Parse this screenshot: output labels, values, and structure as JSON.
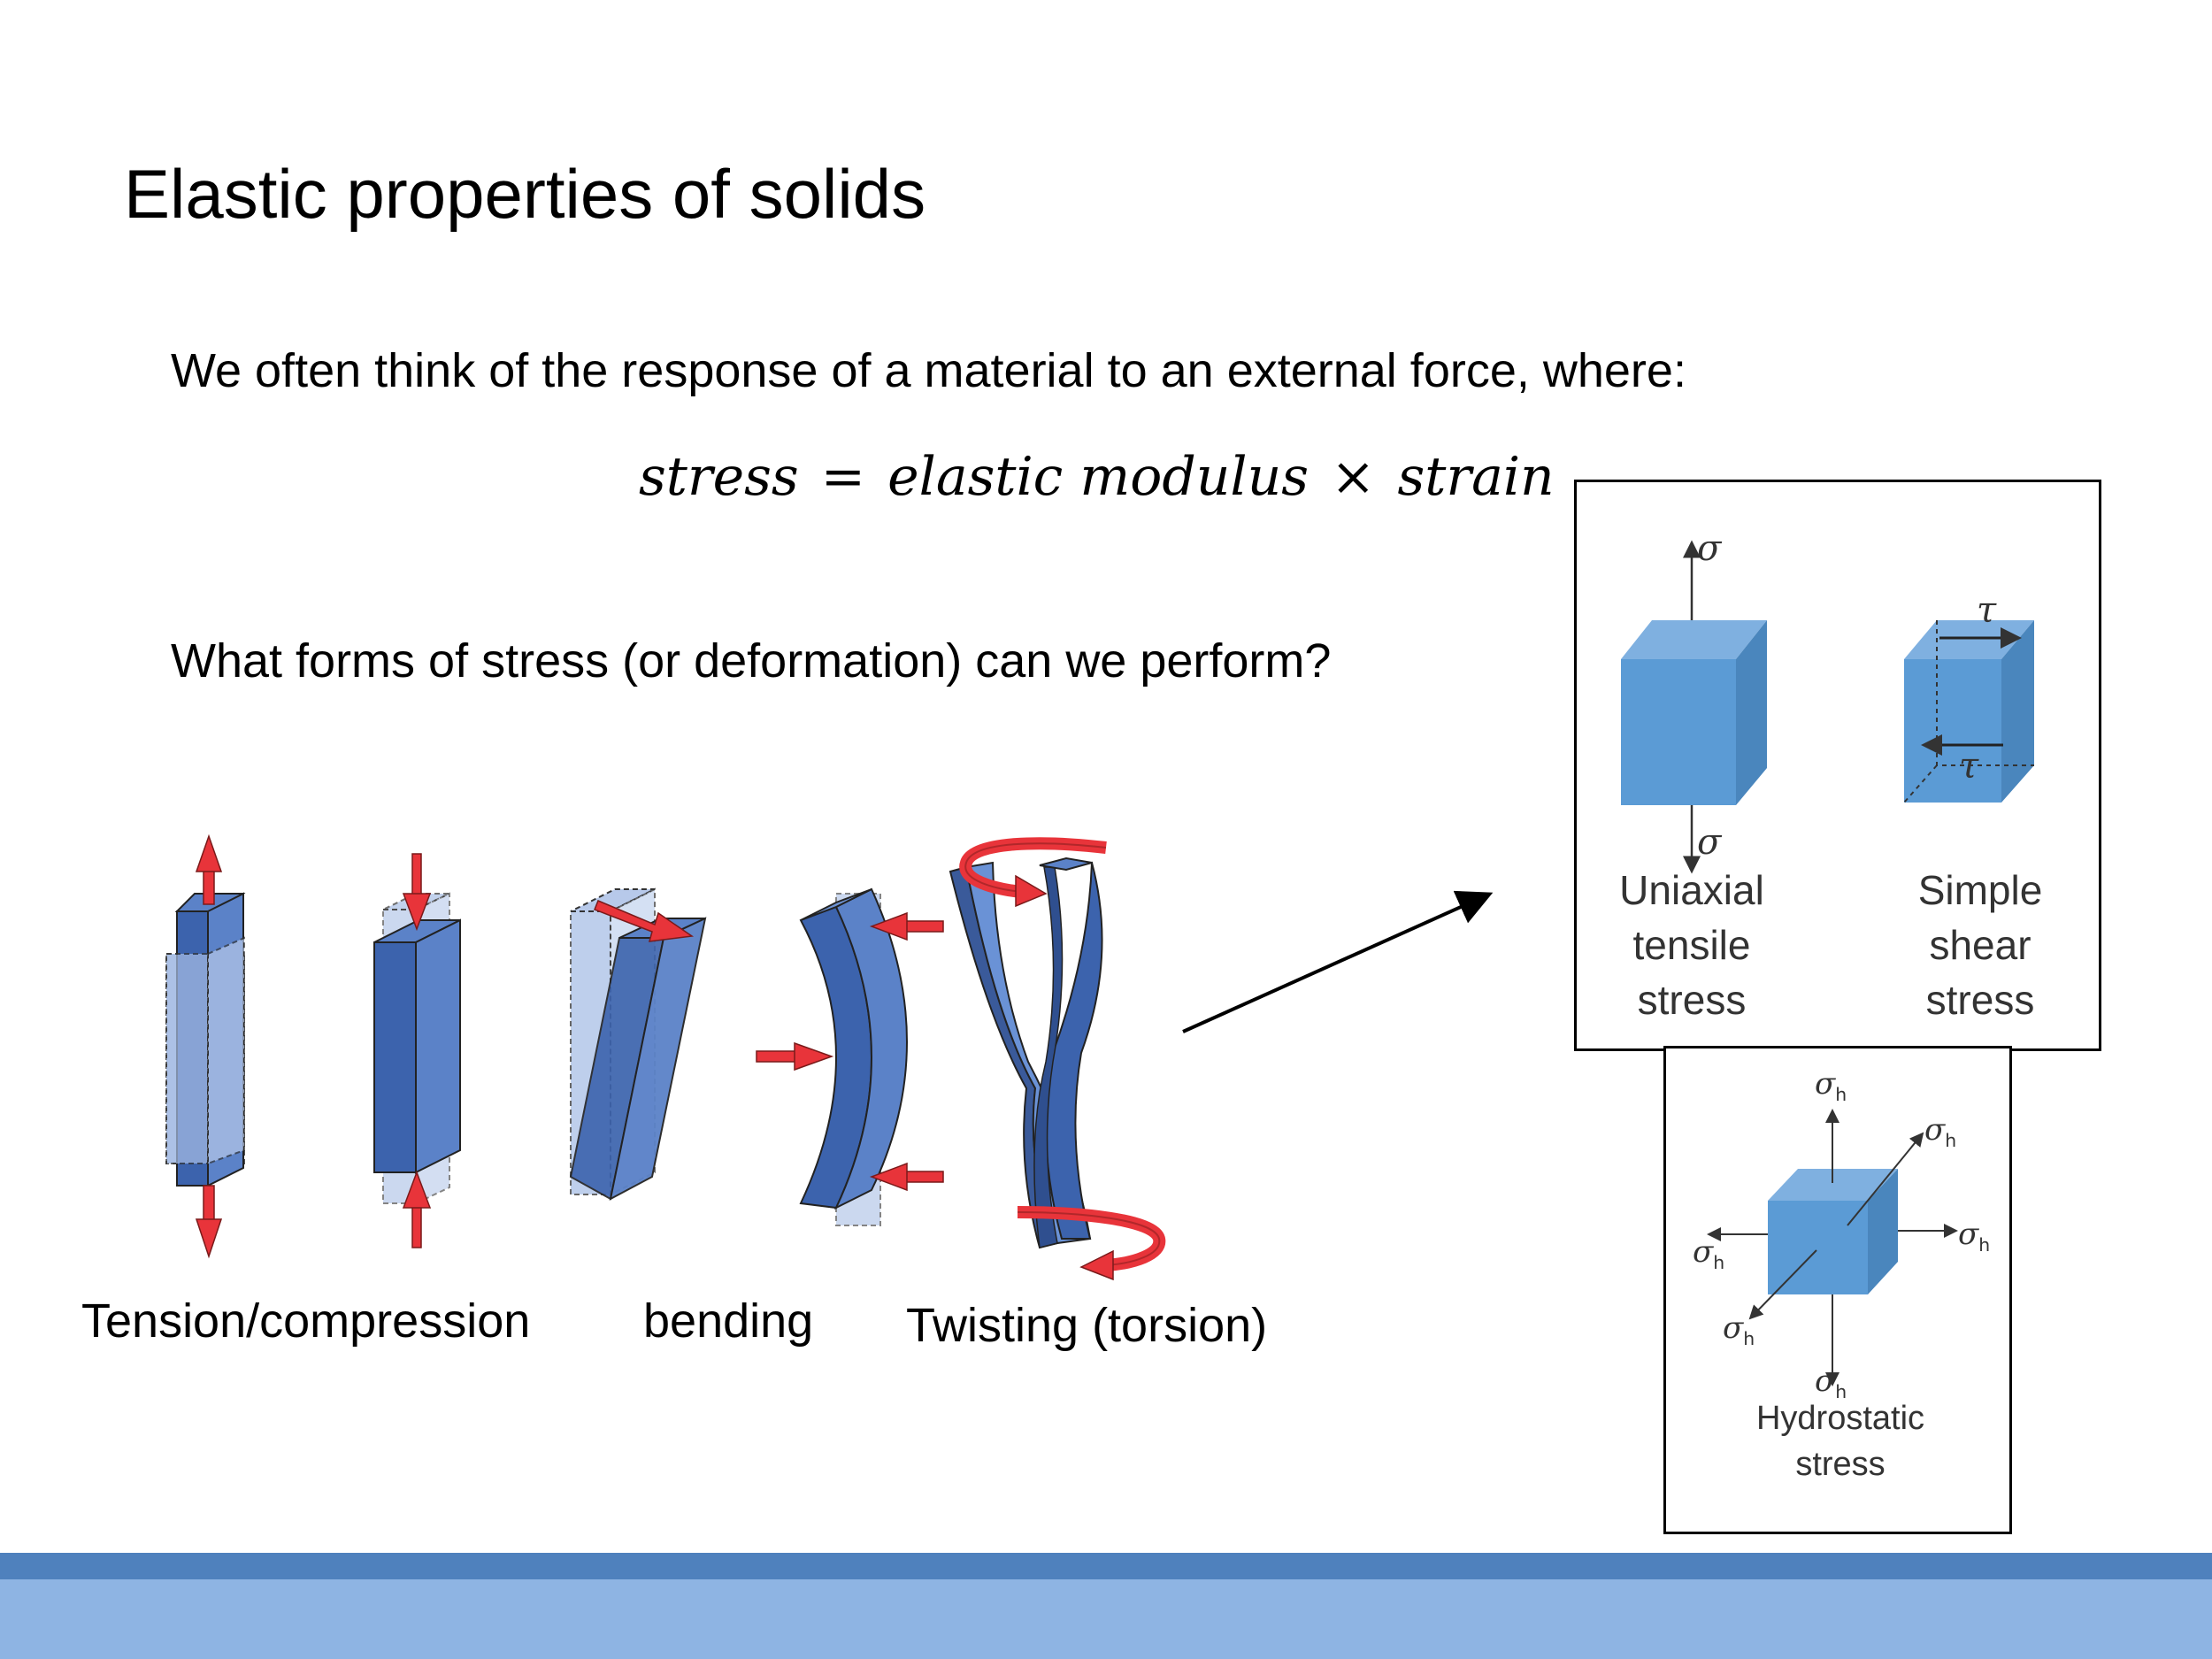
{
  "slide": {
    "title": "Elastic properties of solids",
    "intro": "We often think of the response of a material to an external force, where:",
    "equation": {
      "lhs": "stress",
      "eq": "=",
      "term1": "elastic modulus",
      "times": "×",
      "term2": "strain"
    },
    "question": "What forms of stress (or deformation) can we perform?"
  },
  "deformations": {
    "tension_label": "Tension/compression",
    "bending_label": "bending",
    "torsion_label": "Twisting (torsion)"
  },
  "stress_panel": {
    "uniaxial": {
      "symbol": "σ",
      "lines": [
        "Uniaxial",
        "tensile",
        "stress"
      ]
    },
    "shear": {
      "symbol": "τ",
      "lines": [
        "Simple",
        "shear",
        "stress"
      ]
    },
    "hydrostatic": {
      "symbol": "σ",
      "subscript": "h",
      "lines": [
        "Hydrostatic",
        "stress"
      ]
    }
  },
  "colors": {
    "beam_dark": "#2f4f8f",
    "beam_mid": "#3c63ad",
    "beam_light": "#5b82c8",
    "ghost": "#a9bfe6",
    "arrow_red": "#e8343a",
    "cube_front": "#5b9bd5",
    "cube_top": "#7fb0e0",
    "cube_side": "#4a86bd",
    "footer_dark": "#4f81bd",
    "footer_light": "#8eb4e3"
  }
}
